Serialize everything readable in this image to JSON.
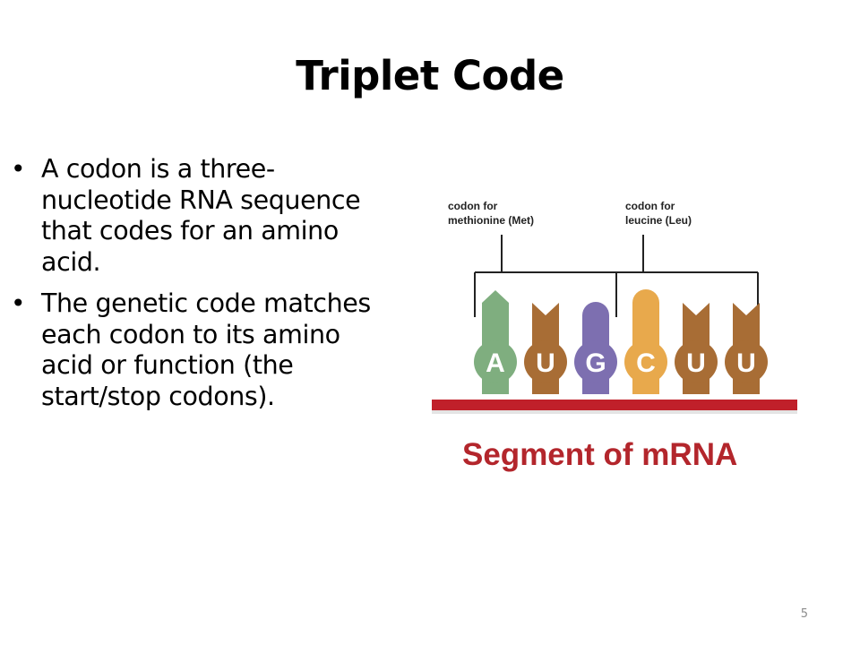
{
  "slide": {
    "title": "Triplet Code",
    "page_number": "5"
  },
  "bullets": [
    "A codon is a three-nucleotide RNA sequence that codes for an amino acid.",
    "The genetic code matches each codon to its amino acid or function (the start/stop codons)."
  ],
  "diagram": {
    "codon_labels": [
      {
        "line1": "codon for",
        "line2": "methionine (Met)"
      },
      {
        "line1": "codon for",
        "line2": "leucine (Leu)"
      }
    ],
    "nucleotides": [
      {
        "letter": "A",
        "color": "#7fae7f"
      },
      {
        "letter": "U",
        "color": "#a86d35"
      },
      {
        "letter": "G",
        "color": "#7d6fb0"
      },
      {
        "letter": "C",
        "color": "#e8a94c"
      },
      {
        "letter": "U",
        "color": "#a86d35"
      },
      {
        "letter": "U",
        "color": "#a86d35"
      }
    ],
    "caption": "Segment of mRNA",
    "caption_color": "#b3262c",
    "backbone_color": "#c0202a"
  }
}
